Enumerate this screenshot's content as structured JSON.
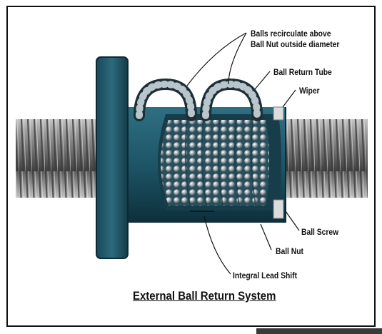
{
  "labels": {
    "recirculate_line1": "Balls recirculate above",
    "recirculate_line2": "Ball Nut outside diameter",
    "return_tube": "Ball Return Tube",
    "wiper": "Wiper",
    "ball_screw": "Ball Screw",
    "ball_nut": "Ball Nut",
    "lead_shift": "Integral Lead Shift"
  },
  "caption": "External Ball Return System",
  "colors": {
    "nut": "#1f5566",
    "nut_dark": "#123743",
    "screw": "#8a8a8a",
    "ball": "#b8c4cc",
    "wiper": "#d8d8d8"
  }
}
